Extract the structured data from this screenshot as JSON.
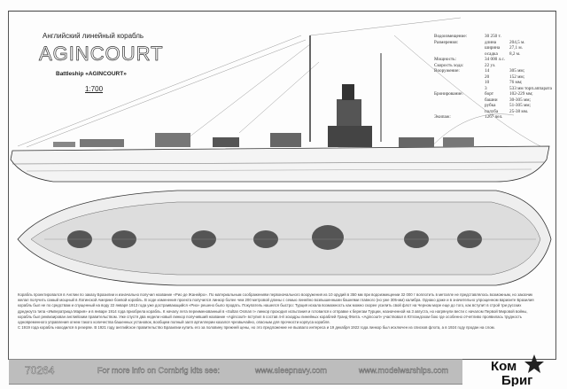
{
  "header": {
    "subtitle_ru": "Английский линейный корабль",
    "title": "AGINCOURT",
    "subtitle_en": "Battleship «AGINCOURT»",
    "scale": "1:700"
  },
  "specs": [
    [
      "Водоизмещение:",
      "30 250 т.",
      ""
    ],
    [
      "Размерения:",
      "длина",
      "204,5 м."
    ],
    [
      "",
      "ширина",
      "27,1 м."
    ],
    [
      "",
      "осадка",
      "8,2 м."
    ],
    [
      "Мощность:",
      "34 000 л.с.",
      ""
    ],
    [
      "Скорость хода:",
      "22 уз.",
      ""
    ],
    [
      "Вооружение:",
      "14",
      "305 мм;"
    ],
    [
      "",
      "20",
      "152 мм;"
    ],
    [
      "",
      "10",
      "76 мм;"
    ],
    [
      "",
      "3",
      "533 мм торп.аппарата"
    ],
    [
      "Бронирование:",
      "борт",
      "102-229 мм;"
    ],
    [
      "",
      "башни",
      "30-305 мм;"
    ],
    [
      "",
      "рубка",
      "51-305 мм;"
    ],
    [
      "",
      "палуба",
      "25-38 мм."
    ],
    [
      "Экипаж:",
      "1267 чел.",
      ""
    ]
  ],
  "history": [
    "Корабль проектировался в Англии по заказу Бразилии и изначально получил название «Рио де Жанейро». По материальным соображениям первоначального вооружения из 10 орудий в 350 мм при водоизмещении 32 000 т воплотить в металле не представлялось возможным, но заказчик желал получить самый мощный в Латинской Америке боевой корабль. В ходе изменения проекта получился линкор более чем 200 метровой длины с семью линейно возвышенными башнями главного (но уже 305-мм) калибра. Однако даже и в значительно упрощенном варианте Бразилия корабль был не по средствам и спущенный на воду 22 января 1913 года уже достраивающийся «Рио» решено было продать. Покупатель нашелся быстро: Турция искала возможность как можно скорее усилить свой флот на Черном море еще до того, как вступит в строй три русских дредноута типа «Императрица Мария» и в январе 1914 года приобрела корабль. К началу лета переименованный в «Sultan Osman I» линкор проходил испытания и готовился к отправке к берегам Турции, назначенной на 3 августа, но нагрянули вести с началом Первой Мировой войны, корабль был реквизирован английским правительством. Уже спустя два недели новый линкор получивший название «Agincourt» вступил в состав 4-й эскадры линейных кораблей Гранд Флита. «Agincourt» участвовал в Ютландском бою где особенно отчетливо проявилась трудность одновременного управления огнем такого количества башенных установок, вообщем полный залп артиллерии казался чрезвычайно, опасным для прочности корпуса корабля.",
    "С 1919 года корабль находился в резерве. В 1921 году английское правительство Бразилии купить его за половину прежней цены, но это предложение не вызвало интереса и 19 декабря 1922 года линкор был исключен из списков флота, а в 1924 году продан на слом."
  ],
  "footer": {
    "code": "70264",
    "info": "For more info on Combrig kits see:",
    "site1": "www.sleepnavy.com",
    "site2": "www.modelwarships.com",
    "logo_text": "КомБриг"
  }
}
